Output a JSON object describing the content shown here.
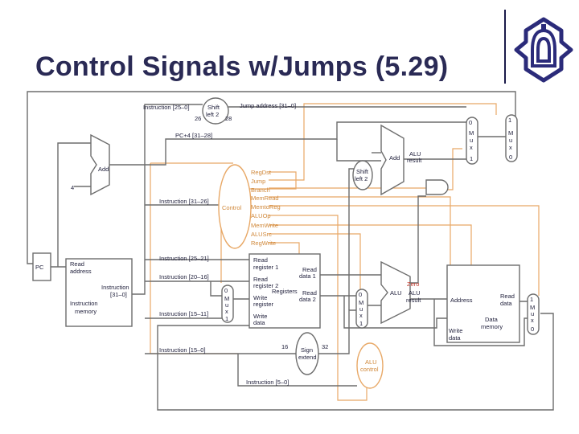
{
  "title": "Control Signals w/Jumps (5.29)",
  "logo": {
    "icon": "university-emblem-icon",
    "color": "#2b2b7a"
  },
  "colors": {
    "datapath": "#6d6d6d",
    "control": "#e8a866",
    "ink": "#1e1e3a",
    "zero": "#c0392b"
  },
  "blocks": {
    "pc": "PC",
    "imem": {
      "port": "Read address",
      "out1": "Instruction",
      "out2": "[31–0]",
      "name1": "Instruction",
      "name2": "memory"
    },
    "add4_label": "Add",
    "const4": "4",
    "shift_top": {
      "l1": "Shift",
      "l2": "left 2",
      "in": "26",
      "out": "28"
    },
    "jump_address": "Jump address [31–0]",
    "instr_25_0": "Instruction [25–0]",
    "pc4": "PC+4 [31–28]",
    "control": "Control",
    "control_signals": [
      "RegDst",
      "Jump",
      "Branch",
      "MemRead",
      "MemtoReg",
      "ALUOp",
      "MemWrite",
      "ALUSrc",
      "RegWrite"
    ],
    "instr_fields": [
      "Instruction [31–26]",
      "Instruction [25–21]",
      "Instruction [20–16]",
      "Instruction [15–11]",
      "Instruction [15–0]",
      "Instruction [5–0]"
    ],
    "regs": {
      "r1a": "Read",
      "r1b": "register 1",
      "r2a": "Read",
      "r2b": "register 2",
      "wa": "Write",
      "wb": "register",
      "wd1": "Write",
      "wd2": "data",
      "name": "Registers",
      "rd1a": "Read",
      "rd1b": "data 1",
      "rd2a": "Read",
      "rd2b": "data 2"
    },
    "shift_mid": {
      "l1": "Shift",
      "l2": "left 2"
    },
    "add_branch": {
      "name": "Add",
      "res1": "ALU",
      "res2": "result"
    },
    "alu": {
      "name": "ALU",
      "zero": "Zero",
      "res1": "ALU",
      "res2": "result"
    },
    "sign_extend": {
      "l1": "Sign",
      "l2": "extend",
      "in": "16",
      "out": "32"
    },
    "alu_control": {
      "l1": "ALU",
      "l2": "control"
    },
    "dmem": {
      "addr": "Address",
      "rd1": "Read",
      "rd2": "data",
      "wd1": "Write",
      "wd2": "data",
      "n1": "Data",
      "n2": "memory"
    },
    "mux": {
      "letters": [
        "M",
        "u",
        "x"
      ],
      "zero": "0",
      "one": "1"
    }
  }
}
